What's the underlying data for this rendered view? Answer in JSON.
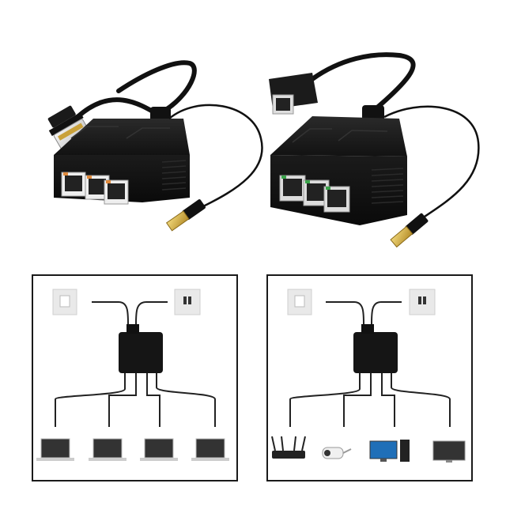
{
  "image": {
    "subject": "ethernet-splitter-product",
    "colors": {
      "housing": "#141414",
      "housing_top": "#1f1f1f",
      "cable": "#111111",
      "usb_metal": "#d9b64a",
      "port_orange": "#e08a3c",
      "port_green": "#3aa34a",
      "wall_plate": "#eeeeee",
      "outline": "#1a1a1a"
    },
    "products": [
      {
        "name": "splitter-with-male-plug",
        "port_count": 3,
        "port_led_color": "orange"
      },
      {
        "name": "splitter-with-female-jack",
        "port_count": 3,
        "port_led_color": "green"
      }
    ],
    "diagrams": [
      {
        "name": "diagram-laptops",
        "devices": [
          "laptop-icon",
          "laptop-icon",
          "laptop-icon",
          "laptop-icon"
        ]
      },
      {
        "name": "diagram-mixed-devices",
        "devices": [
          "router-icon",
          "camera-icon",
          "desktop-computer-icon",
          "tv-icon"
        ]
      }
    ]
  }
}
